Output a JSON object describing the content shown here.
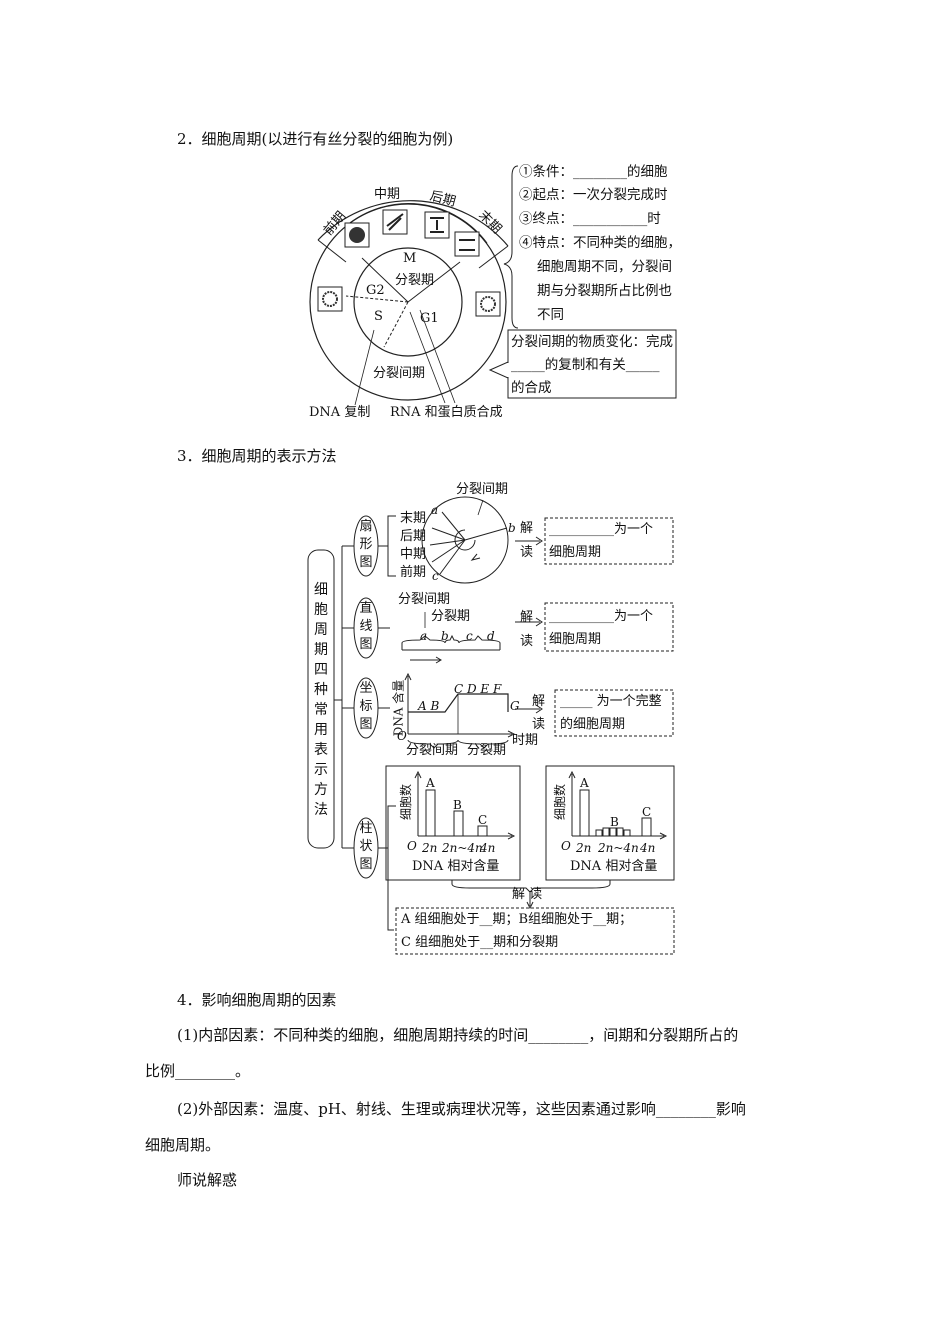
{
  "section2": {
    "heading": "2．细胞周期(以进行有丝分裂的细胞为例)",
    "ring": {
      "phase_labels": [
        "前期",
        "中期",
        "后期",
        "末期"
      ],
      "m": "M",
      "mitosis": "分裂期",
      "g2": "G2",
      "s": "S",
      "g1": "G1",
      "interphase": "分裂间期",
      "dna_replication": "DNA 复制",
      "rna_protein": "RNA 和蛋白质合成"
    },
    "notes": [
      "①条件：________的细胞",
      "②起点：一次分裂完成时",
      "③终点：___________时",
      "④特点：不同种类的细胞，",
      "细胞周期不同，分裂间",
      "期与分裂期所占比例也",
      "不同"
    ],
    "box": [
      "分裂间期的物质变化：完成",
      "_____的复制和有关_____",
      "的合成"
    ]
  },
  "section3": {
    "heading": "3．细胞周期的表示方法",
    "vertical_title": [
      "细",
      "胞",
      "周",
      "期",
      "四",
      "种",
      "常",
      "用",
      "表",
      "示",
      "方",
      "法"
    ],
    "methods": [
      [
        "扇",
        "形",
        "图"
      ],
      [
        "直",
        "线",
        "图"
      ],
      [
        "坐",
        "标",
        "图"
      ],
      [
        "柱",
        "状",
        "图"
      ]
    ],
    "sector": {
      "interphase": "分裂间期",
      "phases": [
        "末期",
        "后期",
        "中期",
        "前期"
      ],
      "a": "a",
      "b": "b",
      "c": "c",
      "jie": "解",
      "du": "读",
      "box_line1": "__________为一个",
      "box_line2": "细胞周期"
    },
    "linear": {
      "interphase": "分裂间期",
      "mitosis": "分裂期",
      "letters": [
        "a",
        "b",
        "c",
        "d"
      ],
      "jie": "解",
      "du": "读",
      "box_line1": "__________为一个",
      "box_line2": "细胞周期"
    },
    "coord": {
      "ylabel": "DNA 含量",
      "o": "O",
      "ab": "A  B",
      "cdef": "C  D E F",
      "g": "G",
      "xlabel": "时期",
      "interphase": "分裂间期",
      "mitosis": "分裂期",
      "jie": "解",
      "du": "读",
      "box_line1": "_____ 为一个完整",
      "box_line2": "的细胞周期"
    },
    "bar": {
      "ylabel": "细胞数",
      "o": "O",
      "xticks": [
        "2n",
        "2n~4n",
        "4n"
      ],
      "xlabel": "DNA 相对含量",
      "labels": [
        "A",
        "B",
        "C"
      ],
      "jie_du": "解 读",
      "result_line1": "A 组细胞处于__期；B组细胞处于__期；",
      "result_line2": "C 组细胞处于__期和分裂期"
    }
  },
  "section4": {
    "heading": "4．影响细胞周期的因素",
    "p1_line1": "(1)内部因素：不同种类的细胞，细胞周期持续的时间________，间期和分裂期所占的",
    "p1_line2": "比例________。",
    "p2_line1": "(2)外部因素：温度、pH、射线、生理或病理状况等，这些因素通过影响________影响",
    "p2_line2": "细胞周期。"
  },
  "footer": "师说解惑"
}
